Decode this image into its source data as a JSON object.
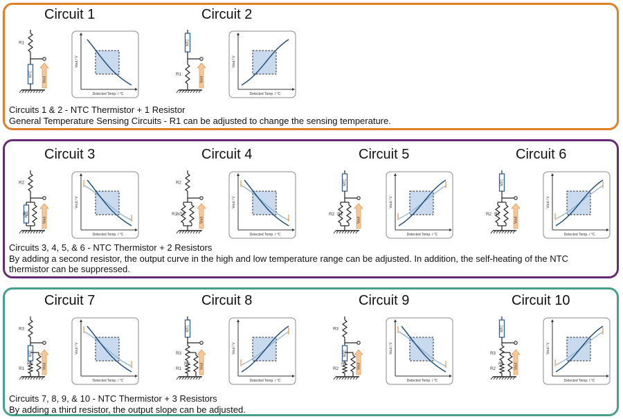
{
  "circuits": [
    {
      "key": "c1",
      "title": "Circuit 1",
      "panel": 1,
      "slot": 0,
      "labels": [
        "R1",
        "NTC"
      ],
      "slope": "down",
      "band": false
    },
    {
      "key": "c2",
      "title": "Circuit 2",
      "panel": 1,
      "slot": 1,
      "labels": [
        "NTC",
        "R1"
      ],
      "slope": "up",
      "band": false
    },
    {
      "key": "c3",
      "title": "Circuit 3",
      "panel": 2,
      "slot": 0,
      "labels": [
        "R2",
        "NTC",
        "R1"
      ],
      "slope": "down",
      "band": true
    },
    {
      "key": "c4",
      "title": "Circuit 4",
      "panel": 2,
      "slot": 1,
      "labels": [
        "R2",
        "R1",
        "NTC"
      ],
      "slope": "down",
      "band": true
    },
    {
      "key": "c5",
      "title": "Circuit 5",
      "panel": 2,
      "slot": 2,
      "labels": [
        "NTC",
        "R2",
        "R1"
      ],
      "slope": "up",
      "band": true
    },
    {
      "key": "c6",
      "title": "Circuit 6",
      "panel": 2,
      "slot": 3,
      "labels": [
        "NTC",
        "R2",
        "R1"
      ],
      "slope": "up",
      "band": true
    },
    {
      "key": "c7",
      "title": "Circuit 7",
      "panel": 3,
      "slot": 0,
      "labels": [
        "R3",
        "NTC",
        "R1",
        "R2"
      ],
      "slope": "down",
      "band": true
    },
    {
      "key": "c8",
      "title": "Circuit 8",
      "panel": 3,
      "slot": 1,
      "labels": [
        "NTC",
        "R3",
        "R1",
        "R2"
      ],
      "slope": "up",
      "band": true
    },
    {
      "key": "c9",
      "title": "Circuit 9",
      "panel": 3,
      "slot": 2,
      "labels": [
        "R3",
        "NTC",
        "R2",
        "R1"
      ],
      "slope": "down",
      "band": true
    },
    {
      "key": "c10",
      "title": "Circuit 10",
      "panel": 3,
      "slot": 3,
      "labels": [
        "NTC",
        "R3",
        "R2",
        "R1"
      ],
      "slope": "up",
      "band": true
    }
  ],
  "graph": {
    "xlabel": "Detected Temp. / °C",
    "ylabel": "Vout / V",
    "vout_label": "Vout"
  },
  "panels": {
    "p1": {
      "line1": "Circuits 1 & 2 - NTC Thermistor + 1 Resistor",
      "line2": "General Temperature Sensing Circuits - R1 can be adjusted to change the sensing temperature."
    },
    "p2": {
      "line1": "Circuits 3, 4, 5, & 6 - NTC Thermistor + 2 Resistors",
      "line2": "By adding a second resistor, the output curve in the high and low temperature range can be adjusted. In addition, the self-heating of the NTC",
      "line3": "thermistor can be suppressed."
    },
    "p3": {
      "line1": "Circuits 7, 8, 9, & 10 - NTC Thermistor + 3 Resistors",
      "line2": "By adding a third resistor, the output slope can be adjusted."
    }
  },
  "colors": {
    "orange": "#e07f27",
    "purple": "#652b72",
    "teal": "#44a08d",
    "curve": "#1f4e79",
    "curve_light": "#8fb3cf",
    "box": "#c9d9ee",
    "arrow": "#f6c79b",
    "arrow_stroke": "#d88a3a",
    "ntc": "#2f5f95"
  }
}
